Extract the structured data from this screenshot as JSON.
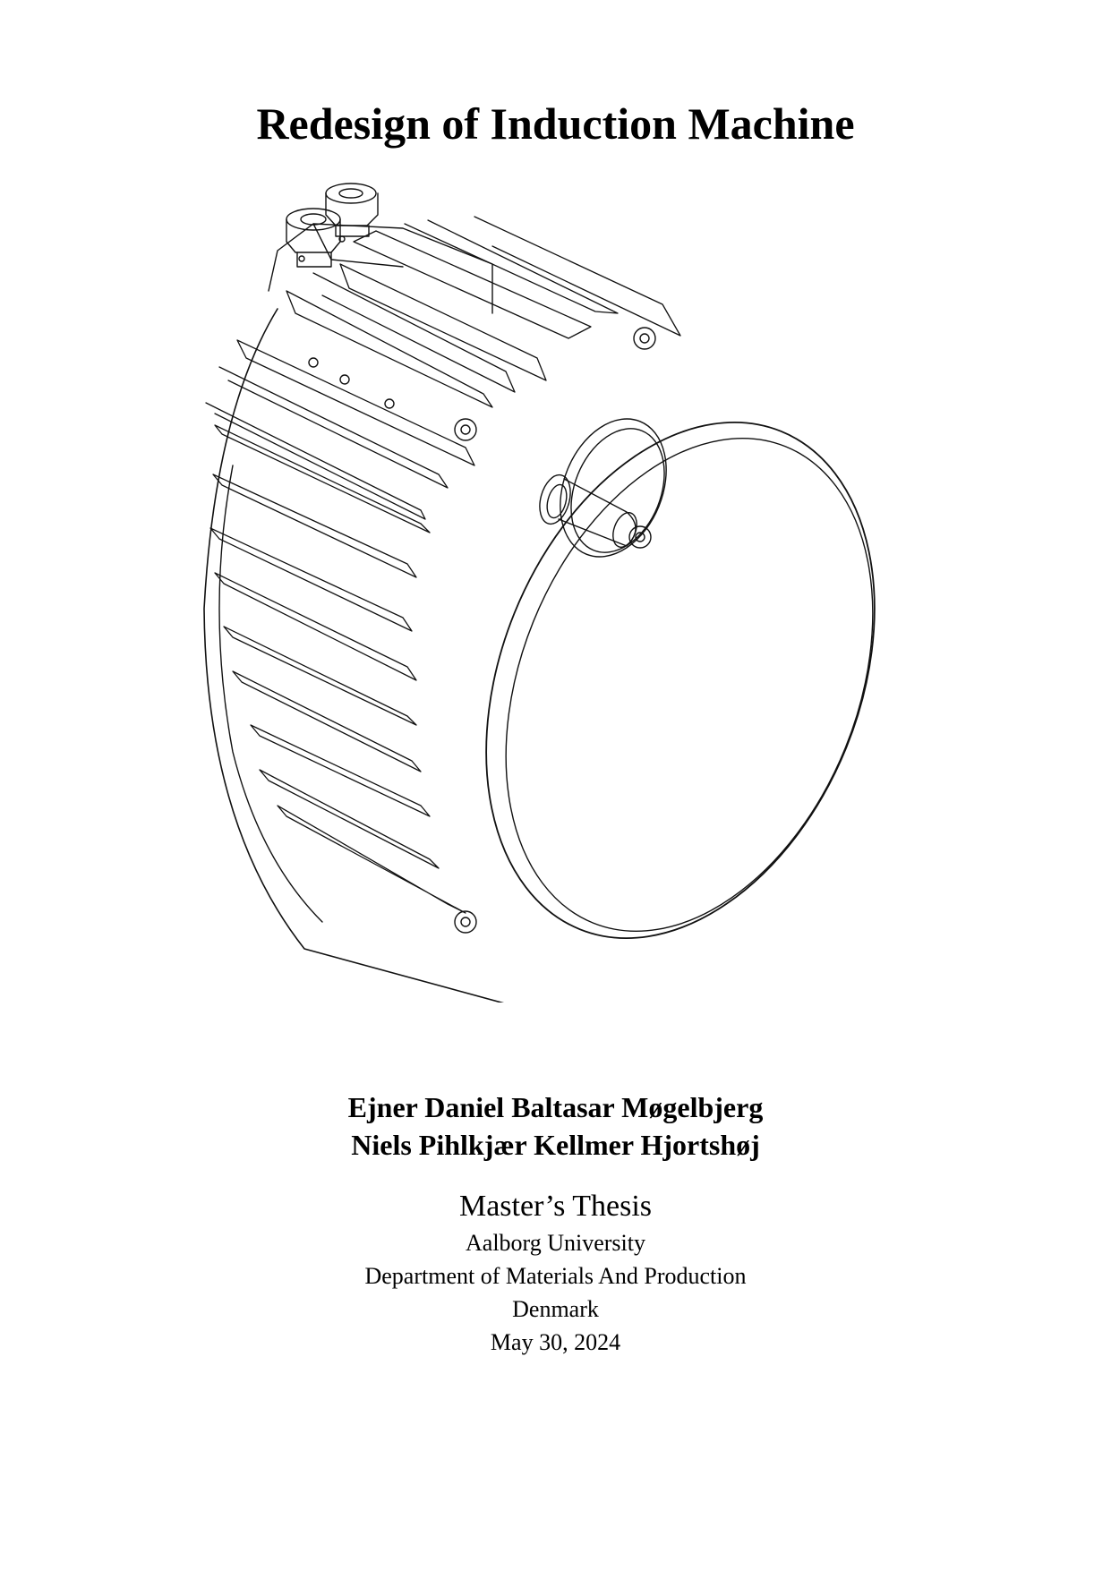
{
  "document": {
    "title": "Redesign of Induction Machine",
    "figure": {
      "description": "Isometric line drawing of an induction machine (electric motor) with cooling fins, cable glands and shaft",
      "icon": "induction-motor-drawing"
    },
    "authors": [
      "Ejner Daniel Baltasar Møgelbjerg",
      "Niels Pihlkjær Kellmer Hjortshøj"
    ],
    "thesis_type": "Master’s Thesis",
    "university": "Aalborg University",
    "department": "Department of Materials And Production",
    "country": "Denmark",
    "date": "May 30, 2024"
  }
}
